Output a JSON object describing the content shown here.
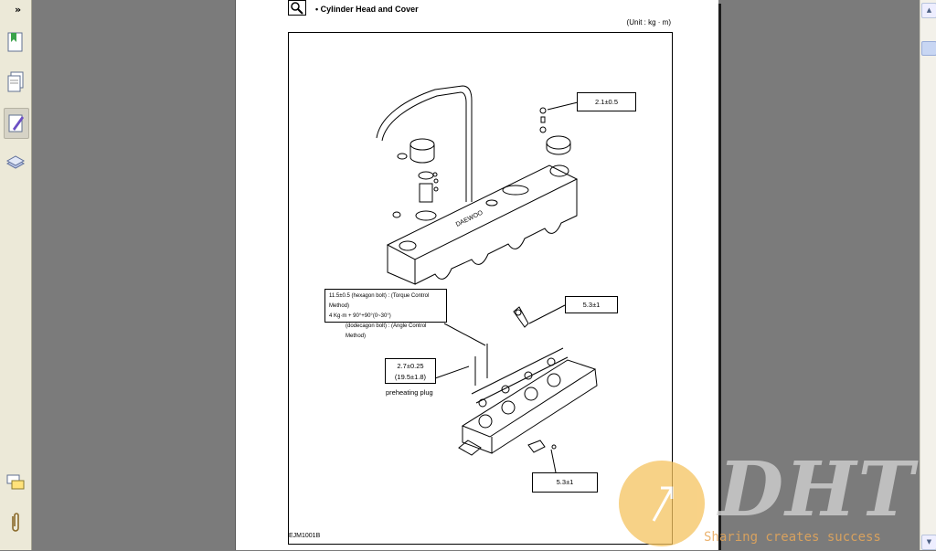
{
  "viewer": {
    "expand_glyph": "»",
    "side_buttons": [
      "bookmarks-icon",
      "pages-icon",
      "signatures-icon",
      "layers-icon",
      "comments-icon",
      "attachments-icon"
    ]
  },
  "document": {
    "section_title": "• Cylinder Head and Cover",
    "unit_label": "(Unit : kg · m)",
    "callouts": {
      "top_torque": "2.1±0.5",
      "bracket_torque": "5.3±1",
      "bottom_torque": "5.3±1",
      "plug_torque_line1": "2.7±0.25",
      "plug_torque_line2": "(19.5±1.8)",
      "plug_label": "preheating plug",
      "bolt_line1": "11.5±0.5 (hexagon bolt) : (Torque Control Method)",
      "bolt_line2": "4 Kg·m + 90°+90°(0~30°)",
      "bolt_line3": "(dodecagon bolt) : (Angle Control Method)"
    },
    "figure_code": "EJM1001B"
  },
  "watermark": {
    "brand": "DHT",
    "tagline": "Sharing creates success"
  }
}
